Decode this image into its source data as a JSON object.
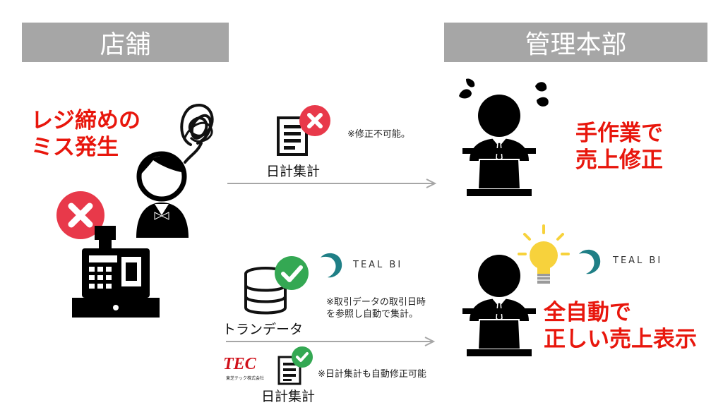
{
  "headers": {
    "store": "店舗",
    "hq": "管理本部"
  },
  "store": {
    "error_line1": "レジ締めの",
    "error_line2": "ミス発生"
  },
  "top_flow": {
    "doc_label": "日計集計",
    "note": "※修正不可能。"
  },
  "hq_top": {
    "line1": "手作業で",
    "line2": "売上修正"
  },
  "bottom_flow": {
    "tealbi_logo": "TEAL BI",
    "db_label": "トランデータ",
    "note_line1": "※取引データの取引日時",
    "note_line2": "を参照し自動で集計。",
    "tec_logo": "TEC",
    "tec_sub": "東芝テック株式会社",
    "doc_label": "日計集計",
    "doc_note": "※日計集計も自動修正可能"
  },
  "hq_bottom": {
    "tealbi_logo": "TEAL BI",
    "line1": "全自動で",
    "line2": "正しい売上表示"
  },
  "colors": {
    "header_bg": "#a6a6a6",
    "accent_red": "#e8160c",
    "error_circle": "#e8394a",
    "check_circle": "#34a853",
    "teal": "#1f7f86",
    "bulb": "#f7d23c",
    "arrow": "#a6a6a6"
  },
  "icons": [
    "cashier-person-icon",
    "scribble-icon",
    "error-x-icon",
    "cash-register-icon",
    "document-icon",
    "database-icon",
    "check-icon",
    "tealbi-swirl-icon",
    "manager-laptop-icon",
    "sweat-drops-icon",
    "lightbulb-icon",
    "tec-logo"
  ]
}
